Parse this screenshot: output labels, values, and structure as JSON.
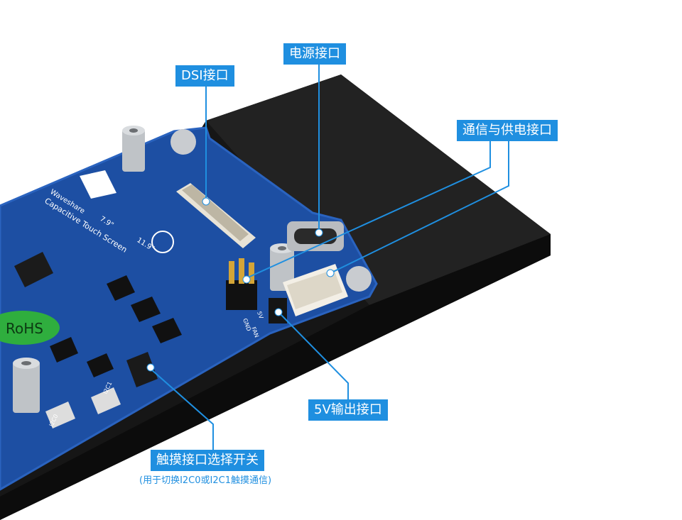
{
  "callouts": {
    "dsi": "DSI接口",
    "power": "电源接口",
    "comm_power": "通信与供电接口",
    "out5v": "5V输出接口",
    "touch_switch": "触摸接口选择开关",
    "touch_switch_note": "(用于切换I2C0或I2C1触摸通信)"
  },
  "board": {
    "brand": "Waveshare",
    "product": "Capacitive Touch Screen",
    "size_a": "7.9\"",
    "size_b": "11.9\"",
    "rohs": "RoHS",
    "pin_gnd": "GND",
    "pin_5v": "5V",
    "pin_fan": "FAN",
    "i2c1": "I2C1",
    "i2c0": "I2C0"
  },
  "colors": {
    "accent": "#1f8fe0",
    "pcb": "#1d4fa3",
    "panel": "#1a1a1a",
    "rohs_bg": "#2fae3e"
  }
}
